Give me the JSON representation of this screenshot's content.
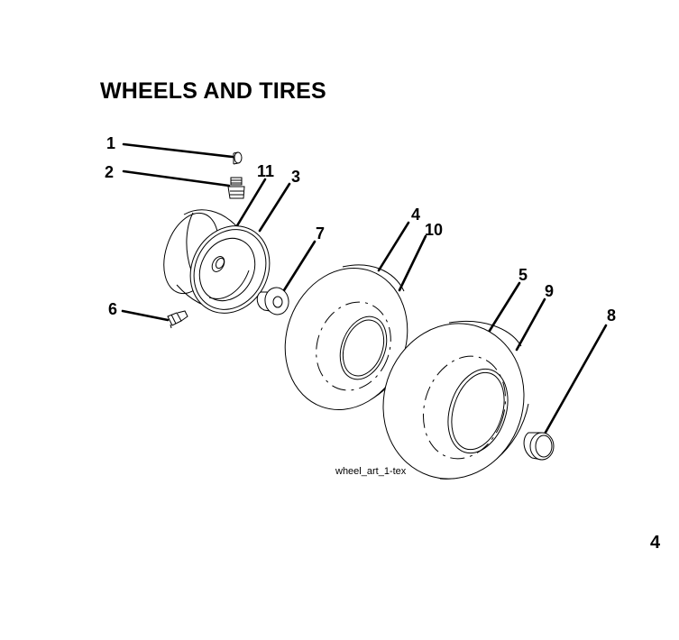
{
  "title": "WHEELS AND TIRES",
  "callouts": {
    "n1": "1",
    "n2": "2",
    "n3": "3",
    "n4": "4",
    "n5": "5",
    "n6": "6",
    "n7": "7",
    "n8": "8",
    "n9": "9",
    "n10": "10",
    "n11": "11"
  },
  "art_label": "wheel_art_1-tex",
  "page_number_fragment": "4"
}
